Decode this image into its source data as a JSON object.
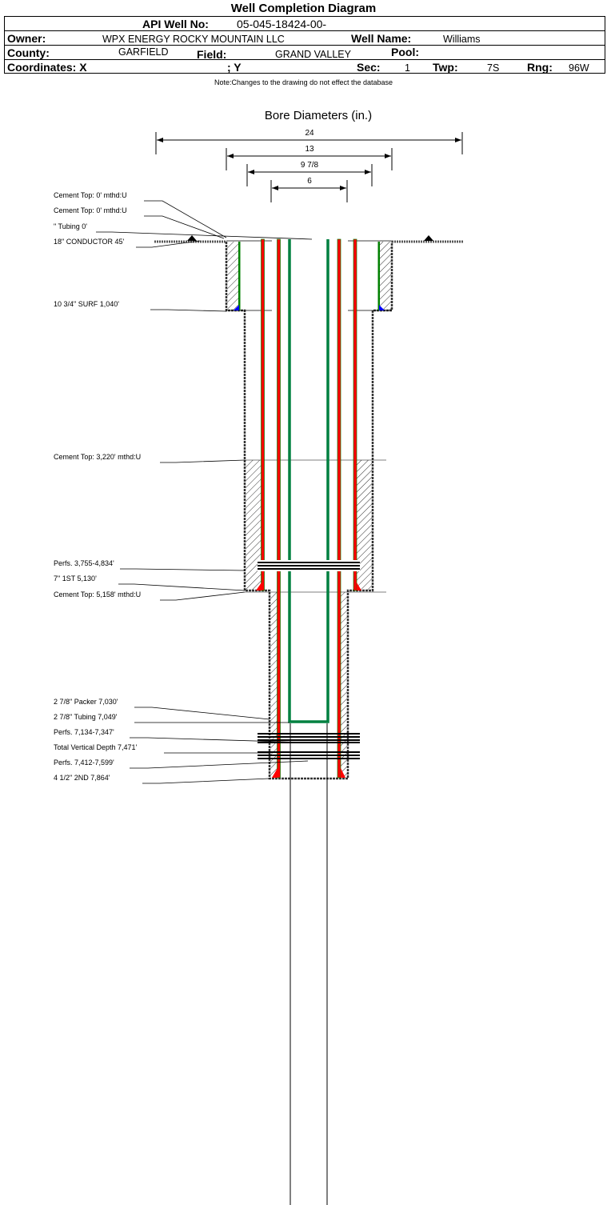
{
  "title": "Well Completion Diagram",
  "header": {
    "api_label": "API Well No:",
    "api_value": "05-045-18424-00-",
    "owner_label": "Owner:",
    "owner_value": "WPX ENERGY ROCKY MOUNTAIN LLC",
    "well_name_label": "Well Name:",
    "well_name_value": "Williams",
    "county_label": "County:",
    "county_value": "GARFIELD",
    "field_label": "Field:",
    "field_value": "GRAND VALLEY",
    "pool_label": "Pool:",
    "pool_value": "",
    "coord_x_label": "Coordinates: X",
    "coord_y_label": "; Y",
    "sec_label": "Sec:",
    "sec_value": "1",
    "twp_label": "Twp:",
    "twp_value": "7S",
    "rng_label": "Rng:",
    "rng_value": "96W"
  },
  "note": "Note:Changes to the drawing do not effect the database",
  "diagram": {
    "bore_title": "Bore Diameters (in.)",
    "bore_diameters": [
      "24",
      "13",
      "9 7/8",
      "6"
    ],
    "labels": [
      "Cement Top: 0' mthd:U",
      "Cement Top: 0' mthd:U",
      "\" Tubing 0'",
      "18\" CONDUCTOR  45'",
      "10 3/4\" SURF      1,040'",
      "Cement Top: 3,220' mthd:U",
      "Perfs. 3,755-4,834'",
      "7\" 1ST        5,130'",
      "Cement Top: 5,158' mthd:U",
      "2 7/8\" Packer 7,030'",
      "2 7/8\" Tubing 7,049'",
      "Perfs. 7,134-7,347'",
      "Total Vertical Depth 7,471'",
      "Perfs. 7,412-7,599'",
      "4 1/2\" 2ND        7,864'"
    ],
    "colors": {
      "casing": "#ff0000",
      "casing_edge": "#008000",
      "tubing": "#008040",
      "shoe": "#0000ff"
    }
  }
}
